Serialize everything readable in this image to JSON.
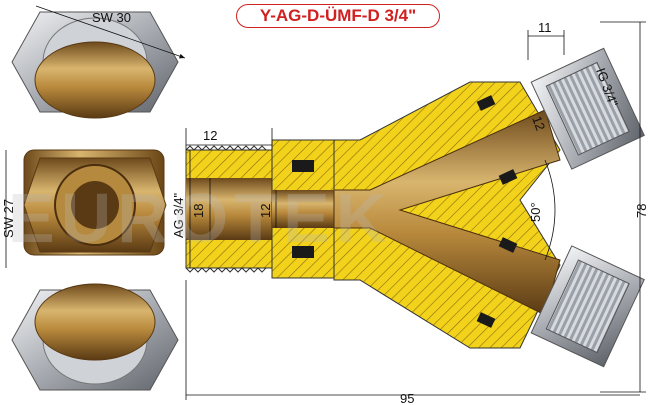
{
  "title": "Y-AG-D-ÜMF-D 3/4\"",
  "watermark": "EUROTEK",
  "dimensions": {
    "sw30": "SW 30",
    "sw27": "SW 27",
    "ag": "AG 3/4\"",
    "ig": "IG 3/4\"",
    "len_12_left": "12",
    "dia_18": "18",
    "dia_12_center": "12",
    "len_11": "11",
    "dia_12_branch": "12",
    "angle_50": "50°",
    "height_78": "78",
    "length_95": "95"
  },
  "colors": {
    "title_red": "#d02020",
    "brass": "#c9a25a",
    "hatch_yellow": "#f2d21a",
    "steel": "#b8bcc2"
  }
}
